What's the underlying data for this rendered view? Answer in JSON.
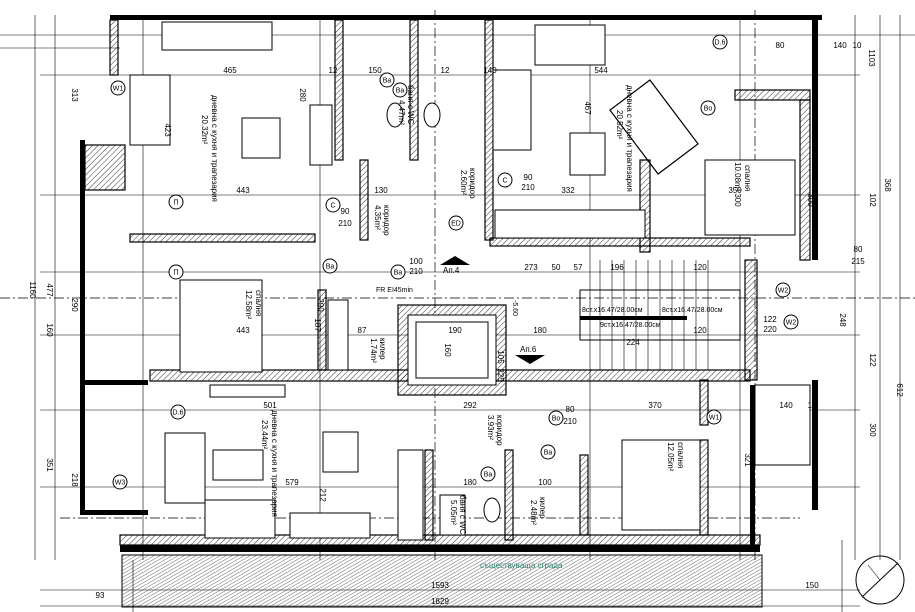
{
  "rooms": {
    "living_nw": {
      "name": "дневна с кухня и трапезария",
      "area": "20.32m²"
    },
    "living_ne": {
      "name": "дневна с кухня и трапезария",
      "area": "20.52m²"
    },
    "living_sw": {
      "name": "дневна с кухня и трапезария",
      "area": "23.44m²"
    },
    "bedroom_ne": {
      "name": "спалня",
      "area": "10.08m²"
    },
    "bedroom_w": {
      "name": "спалня",
      "area": "12.58m²"
    },
    "bedroom_se": {
      "name": "спалня",
      "area": "12.05m²"
    },
    "corridor_1": {
      "name": "коридор",
      "area": "4.35m²"
    },
    "corridor_2": {
      "name": "коридор",
      "area": "2.60m²"
    },
    "corridor_3": {
      "name": "коридор",
      "area": "3.93m²"
    },
    "bath_1": {
      "name": "баня с WC",
      "area": "4.47m²"
    },
    "bath_2": {
      "name": "баня с WC",
      "area": "5.05m²"
    },
    "storage_1": {
      "name": "килер",
      "area": "1.74m²"
    },
    "storage_2": {
      "name": "килер",
      "area": "2.48m²"
    }
  },
  "labels": {
    "apt4": "Ап.4",
    "apt6": "Ап.6",
    "fire_door": "FR EI45min",
    "stair_1": "8ст.х16.47/28.00см",
    "stair_2": "8ст.х16.47/28.00см",
    "stair_3": "9ст.х16.47/28.00см",
    "existing": "съществуваща сграда",
    "elev": "-5.60"
  },
  "tags": [
    "Ba",
    "C",
    "ED",
    "Ba",
    "C",
    "Ba",
    "Ba",
    "Bo",
    "D.6",
    "W2",
    "W2",
    "W1",
    "W3",
    "П",
    "П",
    "Ba",
    "Ba",
    "Bo",
    "D.6",
    "W1"
  ],
  "dims": {
    "top": [
      "465",
      "12",
      "150",
      "140",
      "12",
      "544",
      "80",
      "140",
      "10"
    ],
    "row2": [
      "443",
      "130",
      "332",
      "350"
    ],
    "row3": [
      "273",
      "50",
      "57",
      "196",
      "120"
    ],
    "mid": [
      "443",
      "87",
      "190",
      "180",
      "224",
      "120"
    ],
    "row5": [
      "501",
      "292",
      "370",
      "140",
      "10"
    ],
    "row6": [
      "579",
      "180",
      "100"
    ],
    "verticals": [
      "423",
      "280",
      "467",
      "300",
      "300",
      "290",
      "187",
      "160",
      "105",
      "225",
      "321",
      "212"
    ],
    "bottom": [
      "93",
      "1593",
      "150",
      "1829"
    ],
    "right": [
      "1103",
      "612",
      "248",
      "102",
      "122",
      "300",
      "368"
    ],
    "left": [
      "1160",
      "477",
      "313",
      "351",
      "218",
      "160",
      "290"
    ],
    "openings": [
      "90",
      "210",
      "100",
      "210",
      "90",
      "210",
      "80",
      "210",
      "122",
      "220",
      "80",
      "215"
    ]
  }
}
